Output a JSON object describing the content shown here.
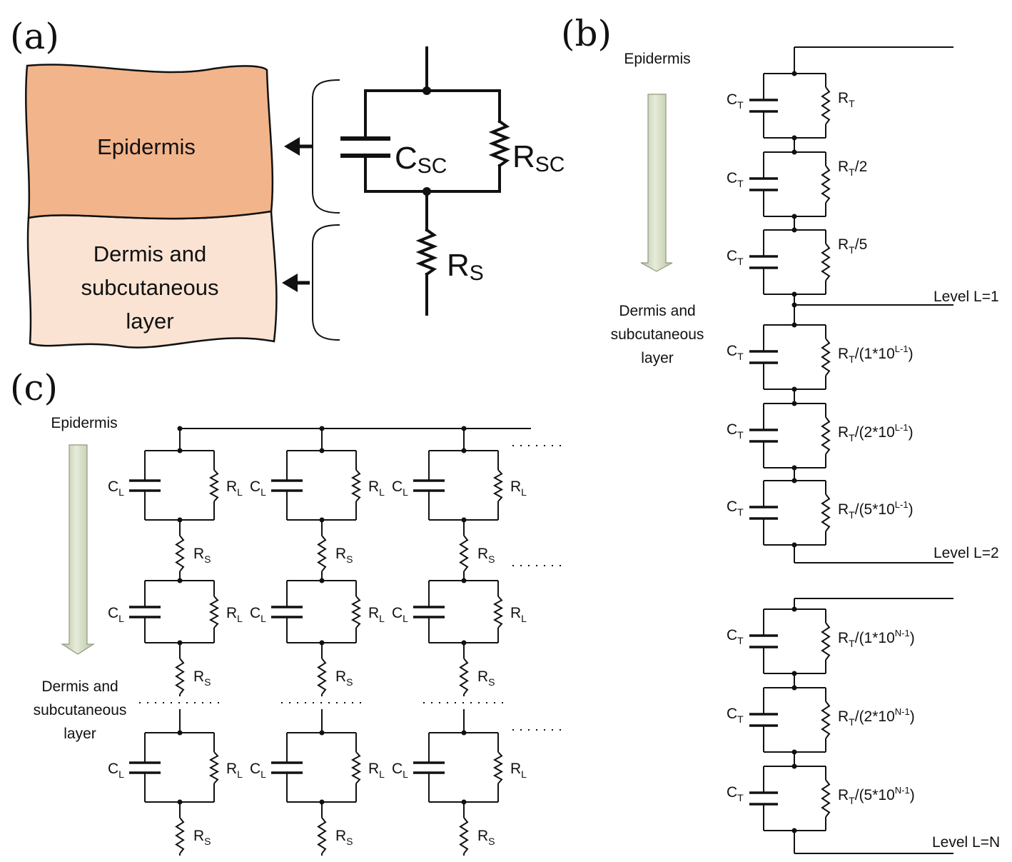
{
  "panels": {
    "a": {
      "label": "(a)",
      "epidermis": "Epidermis",
      "dermis_lines": [
        "Dermis and",
        "subcutaneous",
        "layer"
      ],
      "c_sc": {
        "main": "C",
        "sub": "SC"
      },
      "r_sc": {
        "main": "R",
        "sub": "SC"
      },
      "r_s": {
        "main": "R",
        "sub": "S"
      }
    },
    "b": {
      "label": "(b)",
      "epidermis": "Epidermis",
      "dermis_lines": [
        "Dermis and",
        "subcutaneous",
        "layer"
      ],
      "cap": {
        "main": "C",
        "sub": "T"
      },
      "res_main": "R",
      "res_sub": "T",
      "res_suffix": [
        "",
        "/2",
        "/5",
        "/(1*10",
        "/(2*10",
        "/(5*10",
        "/(1*10",
        "/(2*10",
        "/(5*10"
      ],
      "res_exp": [
        "",
        "",
        "",
        "L-1",
        "L-1",
        "L-1",
        "N-1",
        "N-1",
        "N-1"
      ],
      "levels": [
        "Level L=1",
        "Level L=2",
        "Level L=N"
      ]
    },
    "c": {
      "label": "(c)",
      "epidermis": "Epidermis",
      "dermis_lines": [
        "Dermis and",
        "subcutaneous",
        "layer"
      ],
      "cap": {
        "main": "C",
        "sub": "L"
      },
      "res": {
        "main": "R",
        "sub": "L"
      },
      "series": {
        "main": "R",
        "sub": "S"
      }
    }
  },
  "colors": {
    "epidermis_fill": "#f2b48b",
    "dermis_fill": "#fbe3d3",
    "arrow_fill": "#dde5cf"
  }
}
